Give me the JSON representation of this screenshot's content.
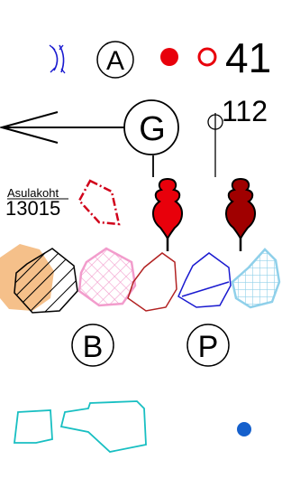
{
  "legend": {
    "letters": {
      "a": "A",
      "g": "G",
      "b": "B",
      "p": "P"
    },
    "numbers": {
      "n41": "41",
      "n112": "112"
    },
    "settlement": {
      "name": "Asulakoht",
      "number": "13015"
    },
    "colors": {
      "red": "#e8000b",
      "dark_red": "#a00000",
      "blue": "#1a1ad0",
      "orange_fill": "#f5c08a",
      "pink": "#f29ccc",
      "brown": "#b22222",
      "light_blue": "#8fd0ea",
      "cyan": "#18bfc2",
      "dot_blue": "#1560cc"
    }
  }
}
